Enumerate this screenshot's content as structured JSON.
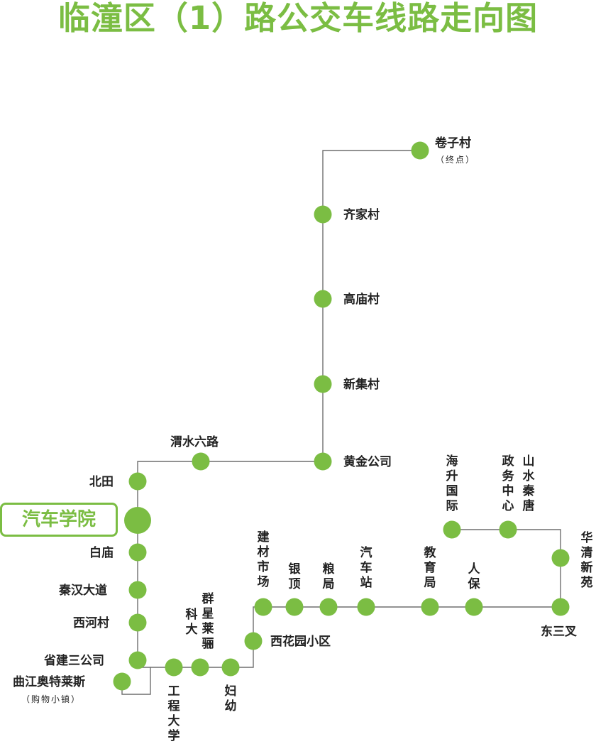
{
  "title": "临潼区（1）路公交车线路走向图",
  "highlight_stop": "汽车学院",
  "colors": {
    "accent": "#7bbd43",
    "line": "#6f6f6f",
    "text": "#222222"
  },
  "stops": {
    "juanzicun": "卷子村",
    "juanzicun_note": "（终点）",
    "qijiacun": "齐家村",
    "gaomiaocun": "高庙村",
    "xinjicun": "新集村",
    "huangjingongsi": "黄金公司",
    "weishuiliulu": "渭水六路",
    "beitian": "北田",
    "baimiao": "白庙",
    "qinhandadao": "秦汉大道",
    "xihecun": "西河村",
    "shengjiansangongsi": "省建三公司",
    "qujiangaoteleisi": "曲江奥特莱斯",
    "qujiangaoteleisi_note": "（购物小镇）",
    "gongchengdaxue": "工程大学",
    "keda": "科大",
    "qunxinglaili": "群星莱骊",
    "fuyou": "妇幼",
    "xihuayuanxiaoqu": "西花园小区",
    "jiancaishichang": "建材市场",
    "yinding": "银顶",
    "liangju": "粮局",
    "qichezhan": "汽车站",
    "jiaoyuju": "教育局",
    "renbao": "人保",
    "dongsancha": "东三叉",
    "huaqingxinyuan": "华清新苑",
    "haishengguoji": "海升国际",
    "zhengwuzhongxin": "政务中心",
    "shanshuiqintang": "山水秦唐"
  }
}
